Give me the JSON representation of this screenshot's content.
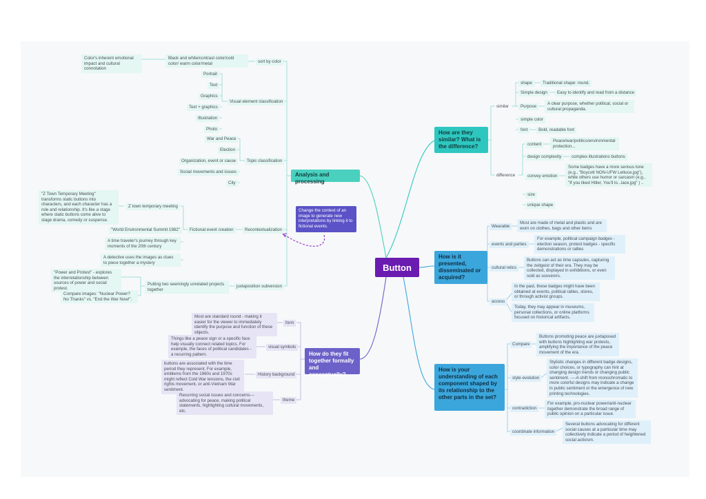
{
  "center": {
    "label": "Button"
  },
  "similar": {
    "title": "How are they similar? What is the difference?",
    "sub_similar": "similar",
    "shape": "shape",
    "shape_note": "Traditional shape: round.",
    "simple_design": "Simple design",
    "simple_design_note": "Easy to identify and read from a distance",
    "purpose": "Purpose",
    "purpose_note": "A clear purpose, whether political, social or cultural propaganda.",
    "simple_color": "simple color",
    "font": "font",
    "font_note": "Bold, readable font",
    "sub_difference": "difference",
    "content": "content",
    "content_note": "Peace/war/politics/environmental protection...",
    "design_complexity": "design complexity",
    "design_complexity_note": "complex illustrations buttons",
    "convey_emotion": "convey emotion",
    "convey_emotion_note": "Some badges have a more serious tone (e.g., \"Boycott NON-UFW Lettuce.jpg\"), while others use humor or sarcasm (e.g., \"If you liked Hitler, You'll lo...lace.jpg\" ) ..",
    "size": "size",
    "unique_shape": "unique shape"
  },
  "presented": {
    "title": "How is it presented, disseminated or acquired?",
    "wearable": "Wearable",
    "wearable_note": "Most are made of metal and plastic and are worn on clothes, bags and other items",
    "events": "events and parties",
    "events_note": "For example, political campaign badges - election season, protest badges - specific demonstrations or rallies",
    "relics": "cultural relics",
    "relics_note": "Buttons can act as time capsules, capturing the zeitgeist of their era. They may be collected, displayed in exhibitions, or even sold as souvenirs.",
    "access": "access",
    "access_note1": "In the past, these badges might have been obtained at events, political rallies, stores, or through activist groups.",
    "access_note2": "Today, they may appear in museums, personal collections, or online platforms focused on historical artifacts."
  },
  "understanding": {
    "title": "How is your understanding of each component shaped by its relationship to the other parts in the set?",
    "compare": "Compare",
    "compare_note": "Buttons promoting peace are juxtaposed with buttons highlighting war protests, amplifying the importance of the peace movement of the era.",
    "style": "style evolution",
    "style_note": "Stylistic changes in different badge designs, color choices, or typography can hint at changing design trends or changing public sentiment. ----A shift from monochromatic to more colorful designs may indicate a change in public sentiment or the emergence of new printing technologies.",
    "contradiction": "contradiction",
    "contradiction_note": "For example, pro-nuclear power/anti-nuclear together demonstrate the broad range of public opinion on a particular issue.",
    "coordinate": "coordinate information",
    "coordinate_note": "Several buttons advocating for different social causes at a particular time may collectively indicate a period of heightened social activism."
  },
  "fit": {
    "title": "How do they fit together formally and conceptually?",
    "form": "form",
    "form_note": "Most are standard round - making it easier for the viewer to immediately identify the purpose and function of these objects.",
    "symbols": "visual symbols",
    "symbols_note": "Things like a peace sign or a specific face help visually connect related topics. For example, the faces of political candidates - a recurring pattern.",
    "history": "History background",
    "history_note": "buttons are associated with the time period they represent. For example, emblems from the 1960s and 1970s might reflect Cold War tensions, the civil rights movement, or anti-Vietnam War sentiment.",
    "theme": "theme",
    "theme_note": "Recurring social issues and concerns---advocating for peace, making political statements, highlighting cultural movements, etc."
  },
  "analysis": {
    "title": "Analysis and processing",
    "sort_color": "sort by color",
    "bw": "Black and white/contrast color/cold color/ warm color/metal",
    "bw_note": "Color's inherent emotional impact and cultural connotation",
    "visual": "Visual element classification",
    "visual_items": [
      "Portrait",
      "Text",
      "Graphics",
      "Text + graphics",
      "Illustration",
      "Photo"
    ],
    "topic": "Topic classification",
    "topic_items": [
      "War and Peace",
      "Election",
      "Organization, event or cause",
      "Social movements and issues",
      "City"
    ],
    "recontext": "Recontextualization",
    "fictional": "Fictional event creation",
    "ztown": "Z town temporary meeting",
    "ztown_note": "\"Z Town Temporary Meeting\" transforms static buttons into characters, and each character has a role and relationship. It's like a stage where static buttons come alive to stage drama, comedy or suspense.",
    "summit": "\"World Environmental Summit 1982\"",
    "traveler": "A time traveler's journey through key moments of the 20th century",
    "detective": "A detective uses the images as clues to piece together a mystery",
    "callout": "Change the context of an image to generate new interpretations by linking it to fictional events.",
    "juxta": "juxtaposition subversion",
    "putting": "Putting two seemingly unrelated projects together",
    "power_note": "\"Power and Protest\" - explores the interrelationship between sources of power and social protest.",
    "nuclear_note": "Compare images: \"Nuclear Power? No Thanks\" vs. \"End the War Now!\"."
  }
}
